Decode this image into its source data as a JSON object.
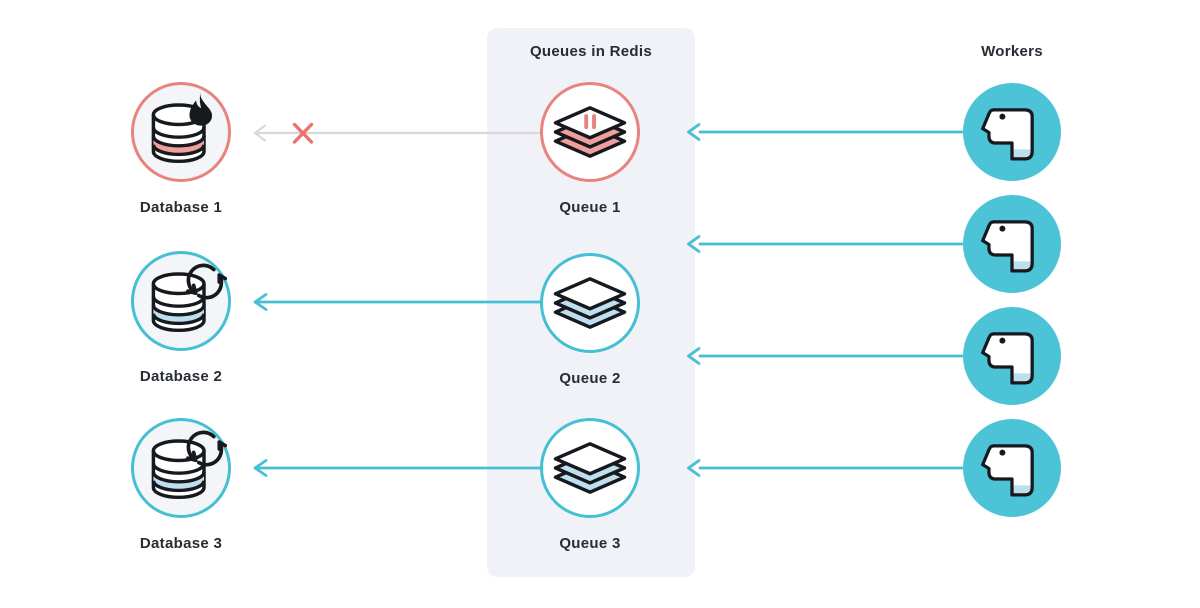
{
  "panel": {
    "title": "Queues in Redis"
  },
  "workers": {
    "title": "Workers",
    "count": 4,
    "icon": "worker-face-icon"
  },
  "databases": [
    {
      "label": "Database 1",
      "status": "failing",
      "icon": "database-fire-icon"
    },
    {
      "label": "Database 2",
      "status": "syncing",
      "icon": "database-sync-icon"
    },
    {
      "label": "Database 3",
      "status": "syncing",
      "icon": "database-sync-icon"
    }
  ],
  "queues": [
    {
      "label": "Queue 1",
      "status": "paused",
      "icon": "queue-layers-paused-icon"
    },
    {
      "label": "Queue 2",
      "status": "active",
      "icon": "queue-layers-icon"
    },
    {
      "label": "Queue 3",
      "status": "active",
      "icon": "queue-layers-icon"
    }
  ],
  "connections": [
    {
      "from": "Queue 1",
      "to": "Database 1",
      "status": "blocked",
      "marker": "x-icon"
    },
    {
      "from": "Queue 2",
      "to": "Database 2",
      "status": "active",
      "marker": "arrow"
    },
    {
      "from": "Queue 3",
      "to": "Database 3",
      "status": "active",
      "marker": "arrow"
    },
    {
      "from": "Worker 1",
      "to": "Queues in Redis",
      "status": "active",
      "marker": "arrow"
    },
    {
      "from": "Worker 2",
      "to": "Queues in Redis",
      "status": "active",
      "marker": "arrow"
    },
    {
      "from": "Worker 3",
      "to": "Queues in Redis",
      "status": "active",
      "marker": "arrow"
    },
    {
      "from": "Worker 4",
      "to": "Queues in Redis",
      "status": "active",
      "marker": "arrow"
    }
  ],
  "colors": {
    "teal": "#45bfd4",
    "teal_fill": "#4cc3d7",
    "salmon": "#e8837e",
    "salmon_accent": "#ea726c",
    "salmon_band": "#f0a09c",
    "blue_band": "#bfdeee",
    "ink": "#16191d",
    "text": "#272c35",
    "gray_line": "#d7d8dd",
    "panel_bg": "#f1f2f7",
    "node_bg": "#f4f5f9",
    "canvas_bg": "#ffffff"
  }
}
